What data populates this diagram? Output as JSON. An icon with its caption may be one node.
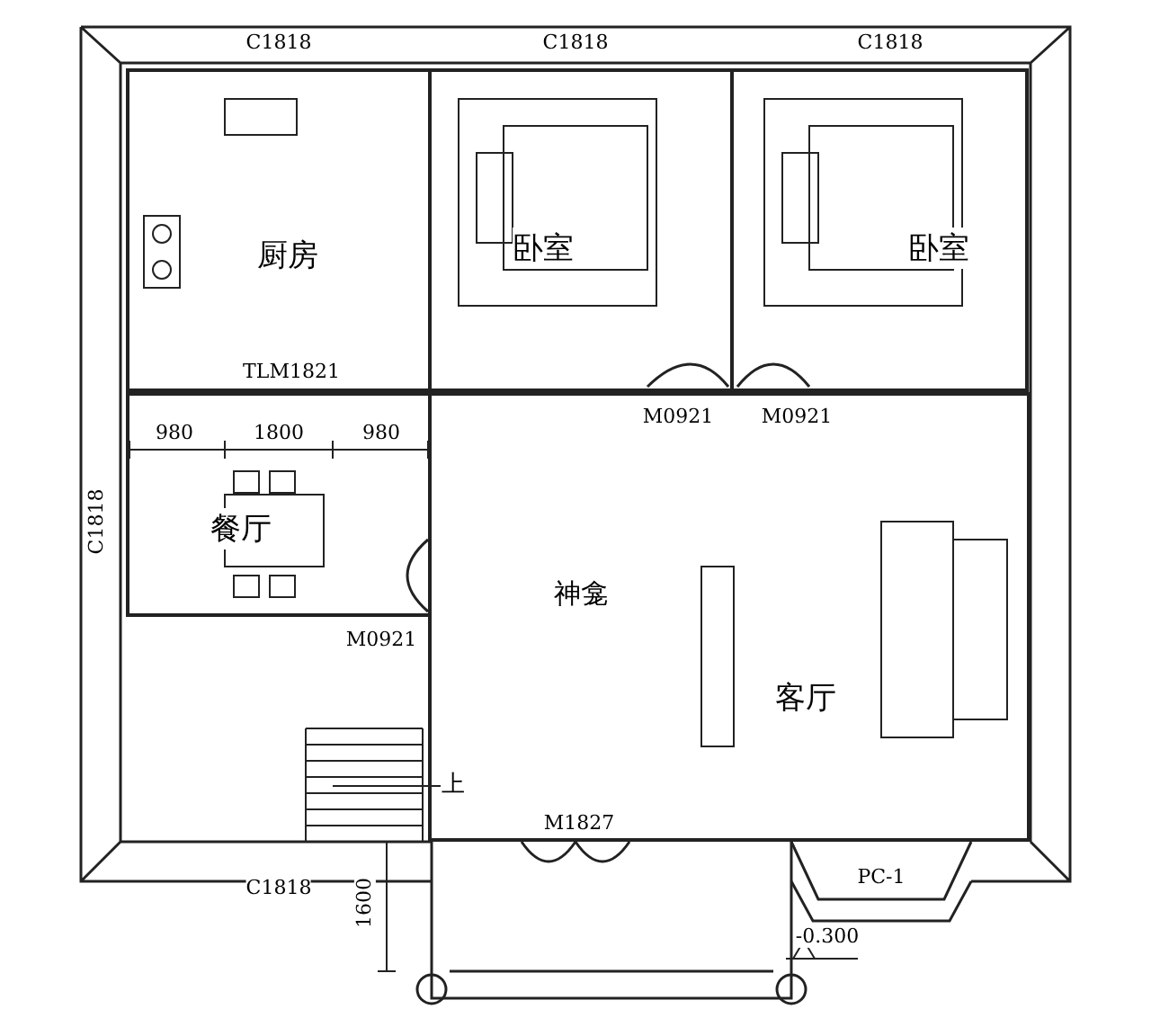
{
  "diagram": {
    "nodes": [
      {
        "text": [
          "厨房"
        ]
      },
      {
        "text": [
          "卧室"
        ]
      },
      {
        "text": [
          "卧室"
        ]
      },
      {
        "text": [
          "餐厅"
        ]
      },
      {
        "text": [
          "客厅"
        ]
      }
    ],
    "labels": [
      "C1818",
      "C1818",
      "C1818",
      "TLM1821",
      "M0921",
      "M0921",
      "980",
      "1800",
      "980",
      "C1818",
      "M0921",
      "神龛",
      "上",
      "M1827",
      "C1818",
      "PC-1",
      "1600",
      "-0.300"
    ]
  }
}
